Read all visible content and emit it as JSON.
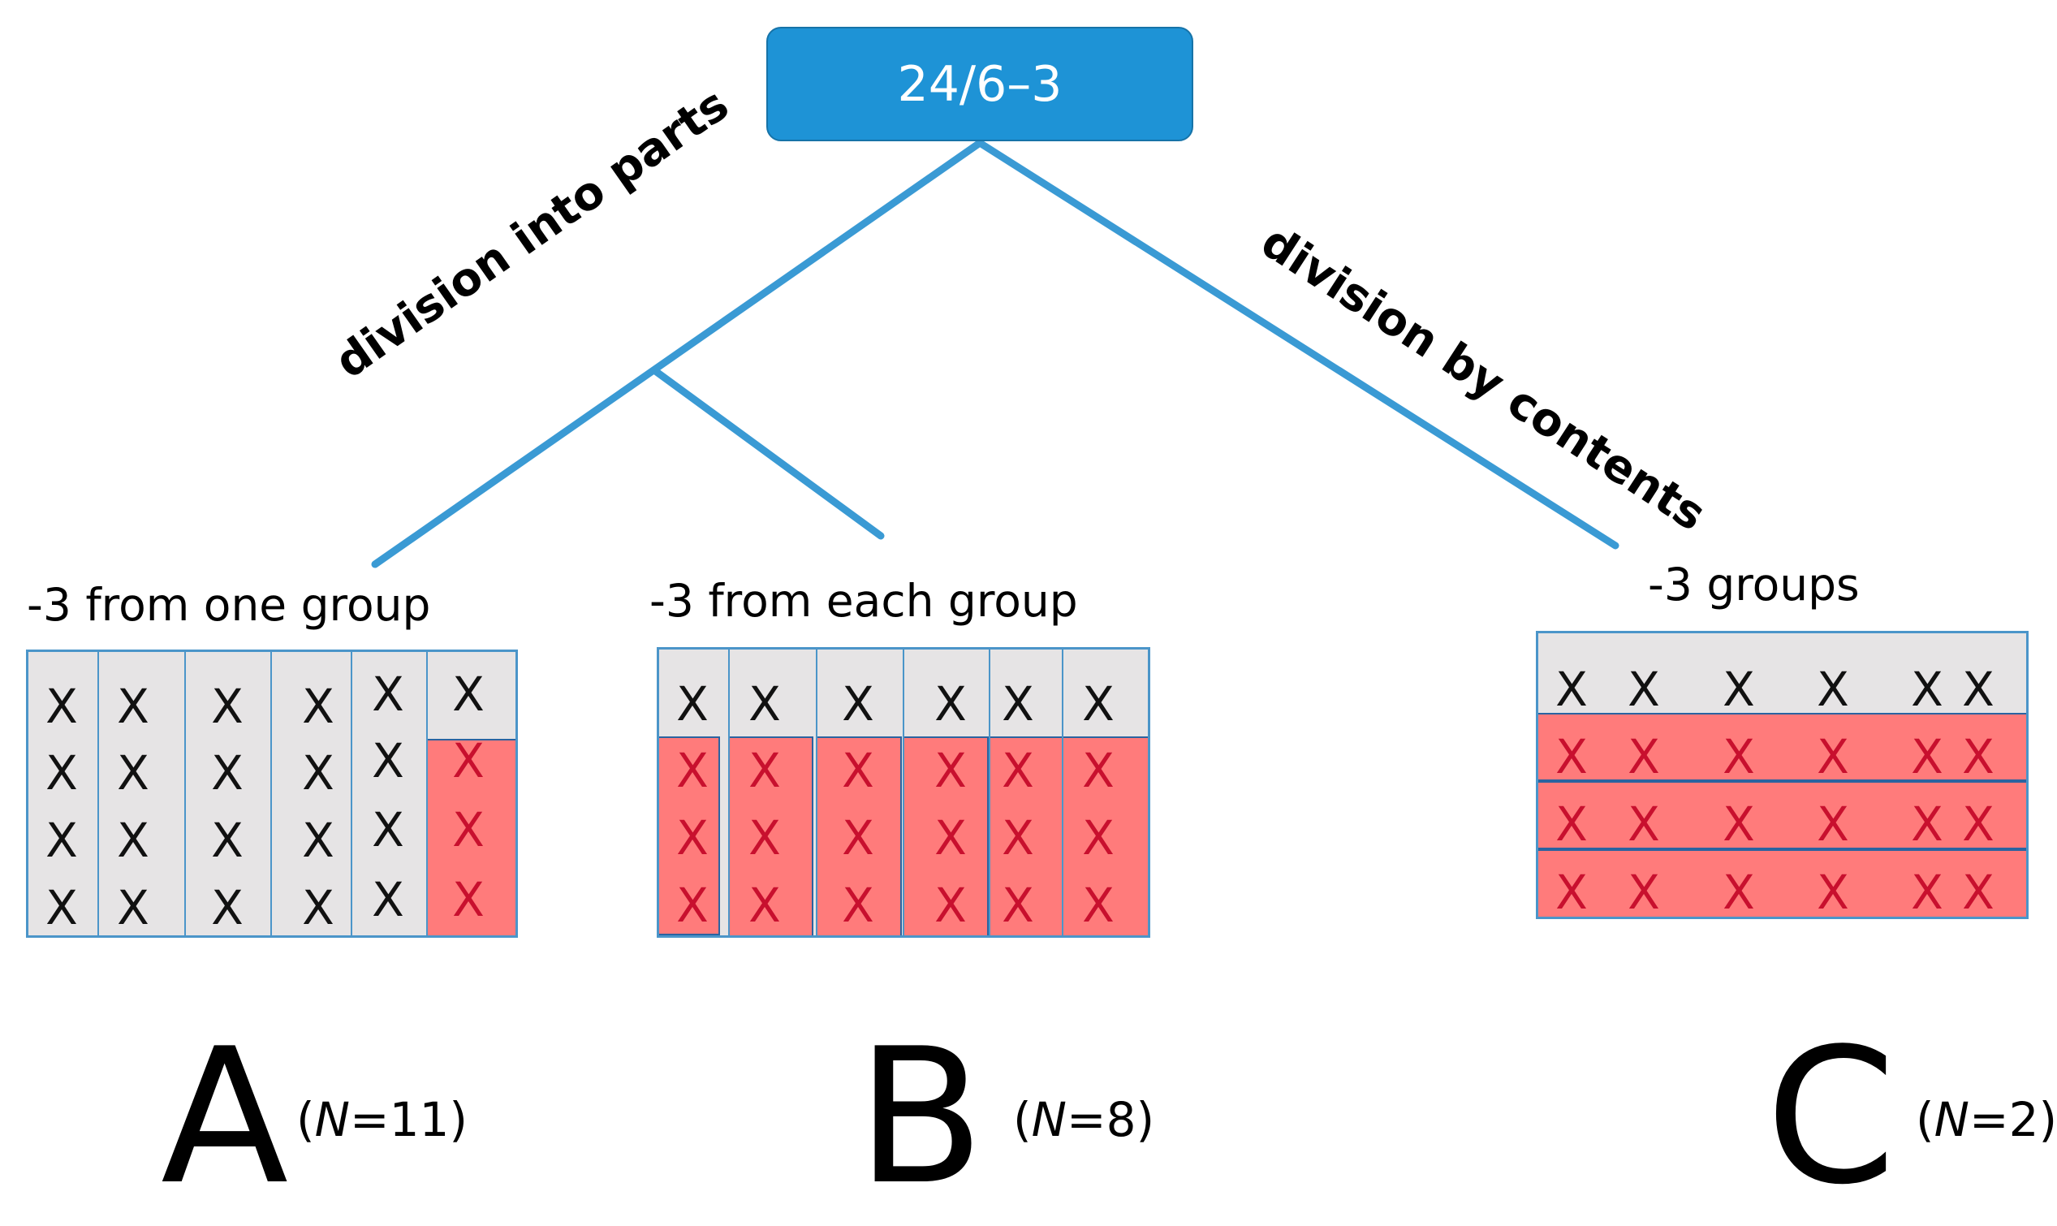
{
  "root": {
    "label": "24/6–3"
  },
  "branches": {
    "left": "division into parts",
    "right": "division by contents"
  },
  "groups": [
    {
      "id": "A",
      "label": "-3 from one group",
      "letter": "A",
      "n_prefix": "(",
      "n_var": "N",
      "n_value": "=11)"
    },
    {
      "id": "B",
      "label": "-3 from each group",
      "letter": "B",
      "n_prefix": "(",
      "n_var": "N",
      "n_value": "=8)"
    },
    {
      "id": "C",
      "label": "-3 groups",
      "letter": "C",
      "n_prefix": "(",
      "n_var": "N",
      "n_value": "=2)"
    }
  ],
  "mark_symbol": "X",
  "colors": {
    "root_fill": "#1e93d6",
    "tree_line": "#3a9ad4",
    "panel_bg": "#e6e4e5",
    "removed_fill": "#ff7b7b",
    "removed_mark": "#c8102e"
  }
}
